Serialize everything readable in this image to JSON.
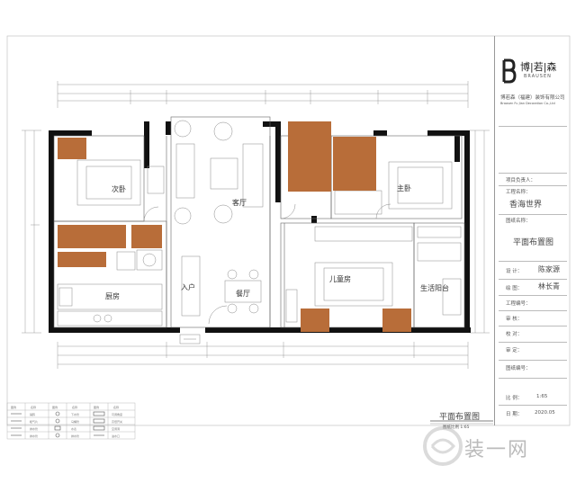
{
  "rooms": {
    "second_bedroom": "次卧",
    "living_room": "客厅",
    "master_bedroom": "主卧",
    "kitchen": "厨房",
    "entry": "入户",
    "dining": "餐厅",
    "kids_room": "儿童房",
    "utility_balcony": "生活阳台"
  },
  "drawing": {
    "title": "平面布置图",
    "subtitle": "图纸比例 1:65"
  },
  "title_block": {
    "brand_cn": "博|若|森",
    "brand_en": "BRAUSEN",
    "company": "博若森（福建）装饰有限公司",
    "company_en": "Braosen Fu Jian Decoration Co.,Ltd",
    "project_label": "工程名称：",
    "project_name": "香海世界",
    "drawing_label": "图纸名称：",
    "drawing_name": "平面布置图",
    "designer_label": "设  计：",
    "designer": "陈家源",
    "drafter_label": "绘  图：",
    "drafter": "林长青",
    "rows": [
      "项目负责人：",
      "工程编号：",
      "审  核：",
      "校  对：",
      "审  定：",
      "图纸编号：",
      "比  例：",
      "日  期："
    ],
    "scale": "1:65",
    "date": "2020.05"
  },
  "legend": {
    "headers": [
      "图例",
      "名称",
      "图例",
      "名称",
      "图例",
      "名称"
    ],
    "rows": [
      [
        "",
        "铺砖",
        "",
        "下水管",
        "",
        "可调角度"
      ],
      [
        "",
        "暖气片",
        "",
        "马桶管",
        "",
        "高低开关"
      ],
      [
        "",
        "排水管",
        "",
        "水表",
        "",
        "空调洞"
      ],
      [
        "",
        "排水管",
        "",
        "排水管",
        "",
        "进水口"
      ]
    ]
  },
  "watermark": "装一网"
}
